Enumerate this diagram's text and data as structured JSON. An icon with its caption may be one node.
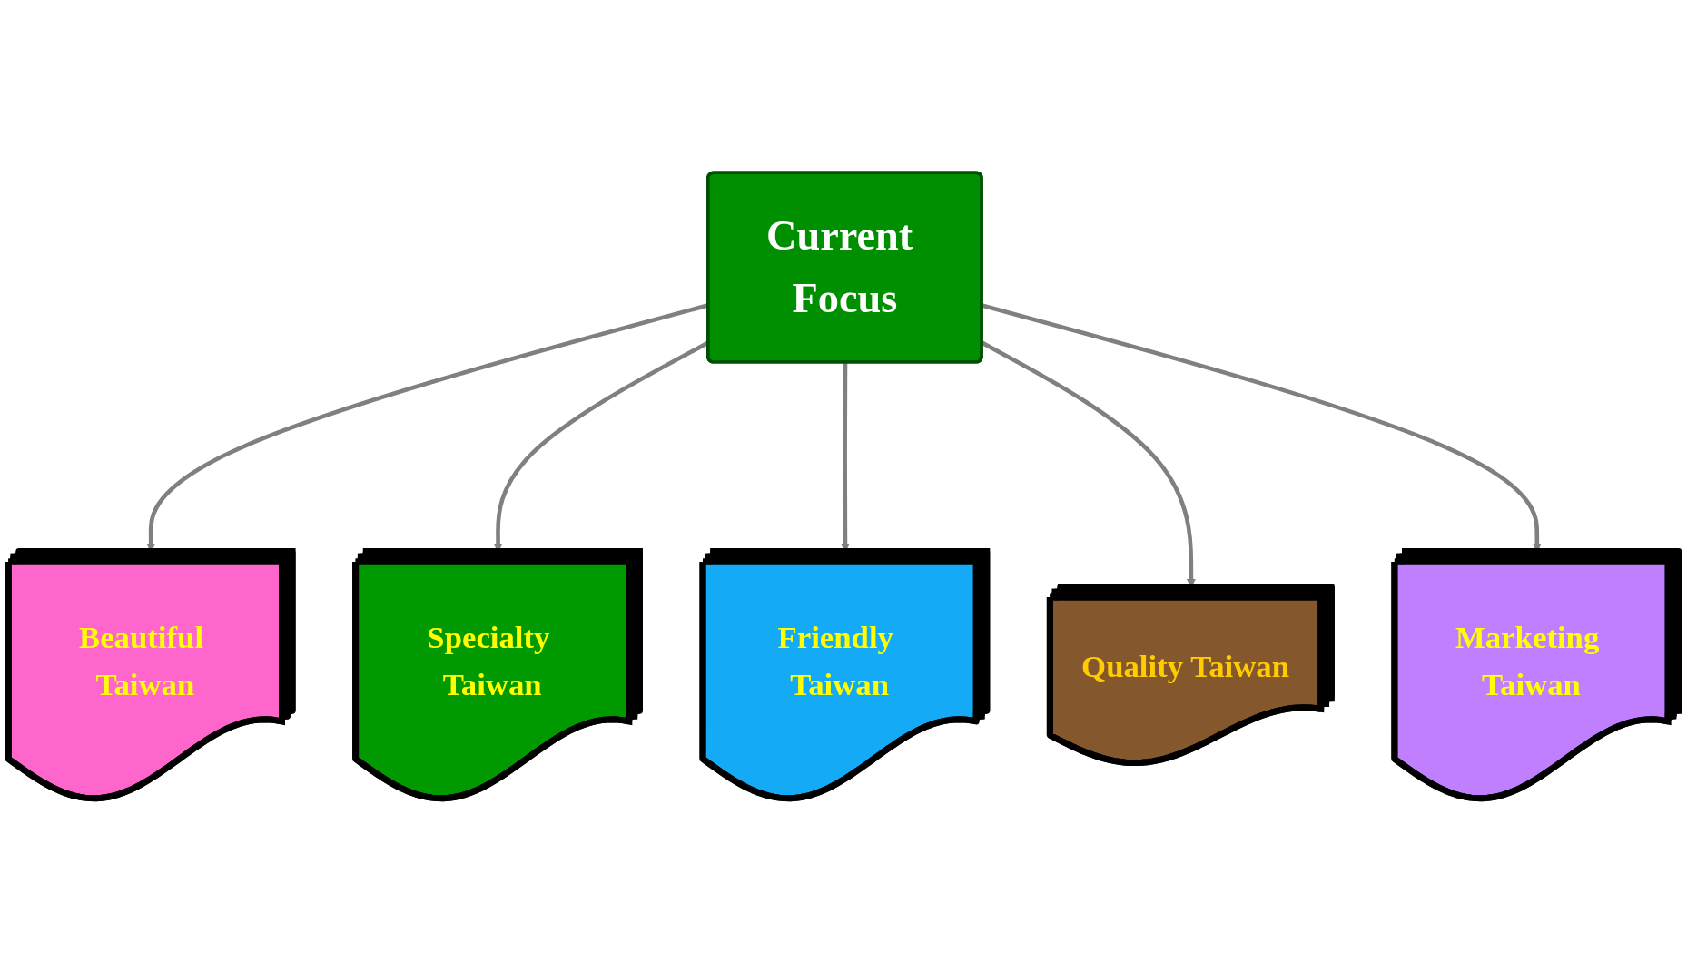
{
  "diagram": {
    "nodes": [
      {
        "text": [
          "Current Focus"
        ]
      },
      {
        "text": [
          "Beautiful Taiwan"
        ]
      },
      {
        "text": [
          "Specialty Taiwan"
        ]
      },
      {
        "text": [
          "Friendly Taiwan"
        ]
      },
      {
        "text": [
          "Quality Taiwan"
        ]
      },
      {
        "text": [
          "Marketing Taiwan"
        ]
      }
    ],
    "edges": [
      {
        "from": 0,
        "to": 1,
        "arrow": "to"
      },
      {
        "from": 0,
        "to": 2,
        "arrow": "to"
      },
      {
        "from": 0,
        "to": 3,
        "arrow": "to"
      },
      {
        "from": 0,
        "to": 4,
        "arrow": "to"
      },
      {
        "from": 0,
        "to": 5,
        "arrow": "to"
      }
    ]
  }
}
